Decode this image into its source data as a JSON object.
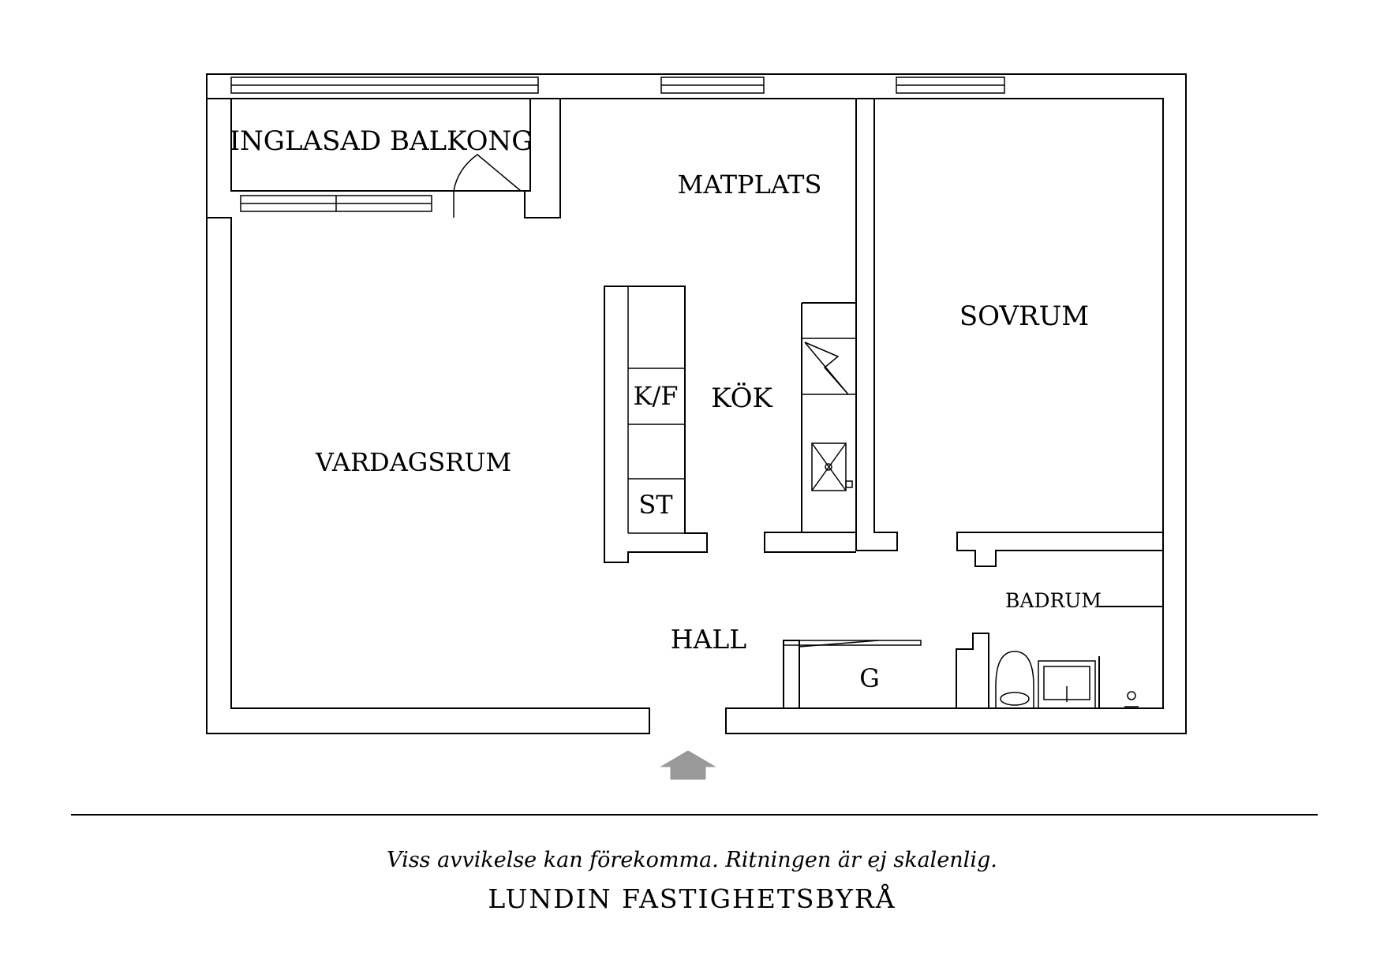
{
  "rooms": {
    "balkong": "INGLASAD BALKONG",
    "matplats": "MATPLATS",
    "sovrum": "SOVRUM",
    "kok": "KÖK",
    "kf": "K/F",
    "st": "ST",
    "vardagsrum": "VARDAGSRUM",
    "badrum": "BADRUM",
    "hall": "HALL",
    "g": "G"
  },
  "footer": {
    "note": "Viss avvikelse kan förekomma. Ritningen är ej skalenlig.",
    "brand": "LUNDIN FASTIGHETSBYRÅ"
  },
  "colors": {
    "line": "#000000",
    "entrance_arrow": "#999999"
  }
}
